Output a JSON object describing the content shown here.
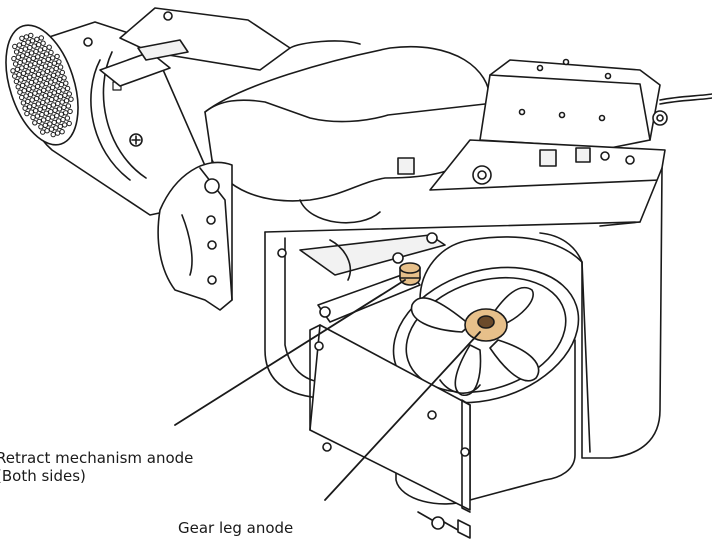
{
  "diagram": {
    "callouts": [
      {
        "id": "retract",
        "lines": [
          "Retract mechanism anode",
          "(Both sides)"
        ]
      },
      {
        "id": "gear",
        "lines": [
          "Gear leg anode"
        ]
      }
    ],
    "colors": {
      "line": "#1a1a1a",
      "fill": "#ffffff",
      "anode": "#e7c08a",
      "anode_dark": "#c99a5a",
      "shade": "#f2f2f2"
    }
  }
}
